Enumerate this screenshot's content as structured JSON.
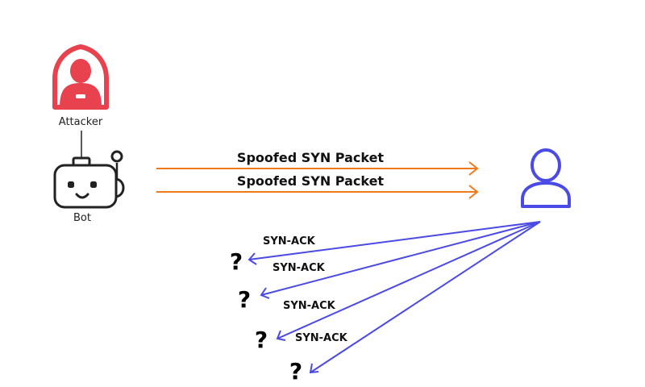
{
  "attacker": {
    "label": "Attacker",
    "icon": "hooded-hacker-icon",
    "color": "#e8424f"
  },
  "bot": {
    "label": "Bot",
    "icon": "robot-icon",
    "color": "#222222"
  },
  "victim": {
    "icon": "user-icon",
    "color": "#4a4ae6"
  },
  "spoofed_packets": {
    "color": "#f07a1a",
    "labels": [
      "Spoofed SYN Packet",
      "Spoofed SYN Packet"
    ]
  },
  "syn_acks": {
    "color": "#4a4ae6",
    "labels": [
      "SYN-ACK",
      "SYN-ACK",
      "SYN-ACK",
      "SYN-ACK"
    ],
    "unknown_marks": [
      "?",
      "?",
      "?",
      "?"
    ]
  }
}
